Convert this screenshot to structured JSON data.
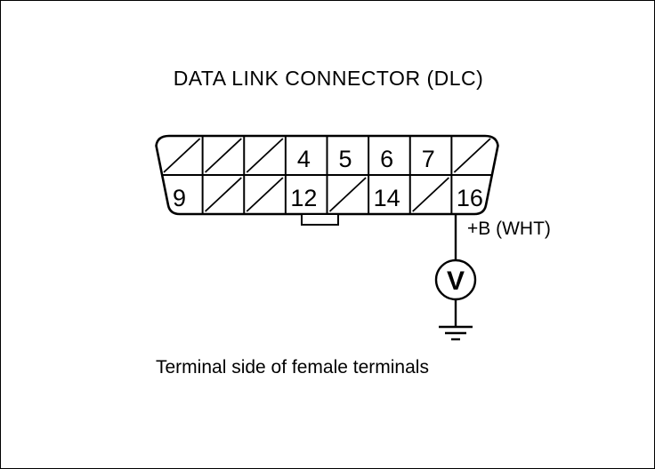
{
  "title": "DATA LINK CONNECTOR (DLC)",
  "connector": {
    "rows": [
      [
        {
          "label": "",
          "unused": true
        },
        {
          "label": "",
          "unused": true
        },
        {
          "label": "",
          "unused": true
        },
        {
          "label": "4",
          "unused": false
        },
        {
          "label": "5",
          "unused": false
        },
        {
          "label": "6",
          "unused": false
        },
        {
          "label": "7",
          "unused": false
        },
        {
          "label": "",
          "unused": true
        }
      ],
      [
        {
          "label": "9",
          "unused": false
        },
        {
          "label": "",
          "unused": true
        },
        {
          "label": "",
          "unused": true
        },
        {
          "label": "12",
          "unused": false
        },
        {
          "label": "",
          "unused": true
        },
        {
          "label": "14",
          "unused": false
        },
        {
          "label": "",
          "unused": true
        },
        {
          "label": "16",
          "unused": false
        }
      ]
    ]
  },
  "wire": {
    "label": "+B (WHT)"
  },
  "meter": {
    "symbol": "V"
  },
  "caption": "Terminal side of female terminals",
  "colors": {
    "line": "#000000",
    "background": "#ffffff"
  }
}
